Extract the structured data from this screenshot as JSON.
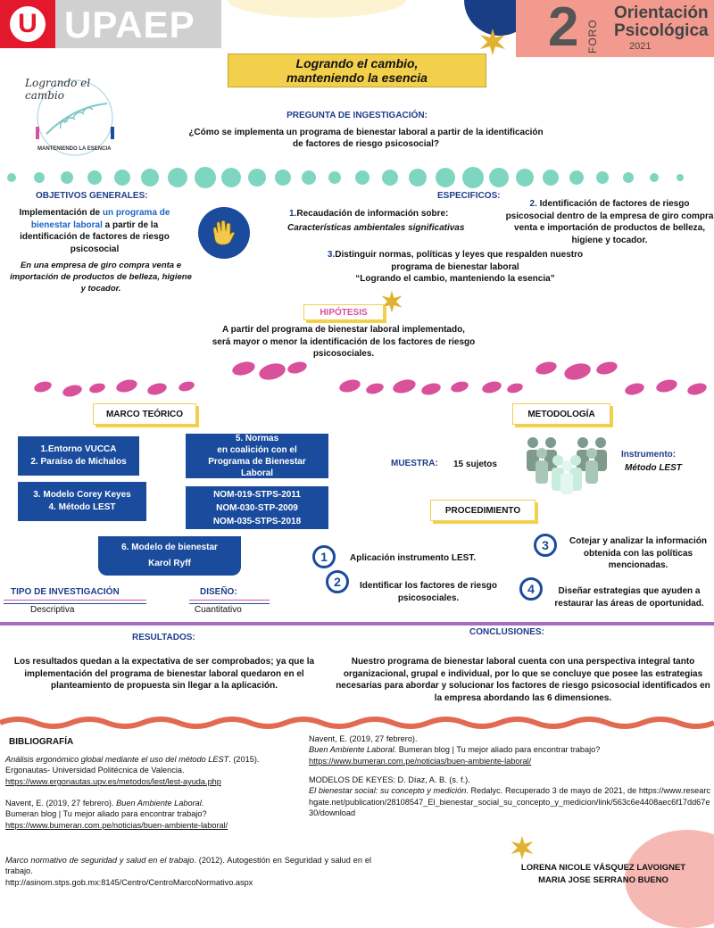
{
  "header": {
    "logo_mark": "U",
    "logo_text": "UPAEP",
    "foro_number": "2",
    "foro_vertical": "FORO",
    "foro_title_line1": "Orientación",
    "foro_title_line2": "Psicológica",
    "foro_year": "2021"
  },
  "title": {
    "line1": "Logrando el cambio,",
    "line2": "manteniendo la esencia"
  },
  "logo_badge": {
    "top_text": "Logrando el cambio",
    "bottom_text": "MANTENIENDO LA ESENCIA"
  },
  "pregunta": {
    "heading": "PREGUNTA DE INGESTIGACIÓN:",
    "line1": "¿Cómo se implementa un programa de bienestar laboral a partir de la identificación",
    "line2": "de factores de riesgo psicosocial?"
  },
  "objetivos": {
    "heading": "OBJETIVOS GENERALES:",
    "general_pre": "Implementación de ",
    "general_highlight": "un programa de bienestar laboral",
    "general_post": " a partir de la identificación de factores de riesgo psicosocial",
    "general_italic": "En una  empresa de giro compra venta e importación de productos de belleza, higiene y tocador.",
    "especificos_heading": "ESPECIFICOS:",
    "esp1_num": "1.",
    "esp1_text": "Recaudación de información sobre:",
    "esp1_italic": "Características ambientales significativas",
    "esp2_num": "2.",
    "esp2_text": " Identificación de factores de riesgo psicosocial dentro de la empresa de giro compra venta e importación de productos de belleza, higiene y tocador.",
    "esp3_num": "3.",
    "esp3_line1": "Distinguir normas, políticas y leyes que respalden nuestro",
    "esp3_line2": "programa de bienestar laboral",
    "esp3_line3": "“Logrando el cambio, manteniendo la esencia”"
  },
  "hipotesis": {
    "heading": "HIPÓTESIS",
    "line1": "A partir del programa de bienestar laboral implementado,",
    "line2": "será mayor o menor la identificación de los factores de riesgo",
    "line3": "psicosociales."
  },
  "marco": {
    "heading": "MARCO TEÓRICO",
    "box1_l1": "1.Entorno VUCCA",
    "box1_l2": "2. Paraíso de Michalos",
    "box2_l1": "3. Modelo Corey Keyes",
    "box2_l2": "4. Método LEST",
    "box3_l1": "5. Normas",
    "box3_l2": "en coalición con el",
    "box3_l3": "Programa de Bienestar",
    "box3_l4": "Laboral",
    "box4_l1": "NOM-019-STPS-2011",
    "box4_l2": "NOM-030-STP-2009",
    "box4_l3": "NOM-035-STPS-2018",
    "box5_l1": "6. Modelo de bienestar",
    "box5_l2": "Karol Ryff"
  },
  "tipo": {
    "heading": "TIPO DE INVESTIGACIÓN",
    "value": "Descriptiva",
    "diseno_heading": "DISEÑO:",
    "diseno_value": "Cuantitativo"
  },
  "metodologia": {
    "heading": "METODOLOGÍA",
    "muestra_label": "MUESTRA:",
    "muestra_value": "15 sujetos",
    "instrumento_label": "Instrumento:",
    "instrumento_value": "Método LEST"
  },
  "procedimiento": {
    "heading": "PROCEDIMIENTO",
    "step1_num": "1",
    "step1": "Aplicación instrumento LEST.",
    "step2_num": "2",
    "step2": "Identificar los factores de riesgo psicosociales.",
    "step3_num": "3",
    "step3": "Cotejar y analizar la información obtenida con las políticas mencionadas.",
    "step4_num": "4",
    "step4": "Diseñar estrategias que ayuden a restaurar las áreas de oportunidad."
  },
  "resultados": {
    "heading": "RESULTADOS:",
    "text": "Los resultados quedan a la expectativa de ser comprobados; ya que la implementación del programa de bienestar laboral quedaron en el planteamiento de propuesta sin llegar a la aplicación."
  },
  "conclusiones": {
    "heading": "CONCLUSIONES:",
    "text": "Nuestro programa de bienestar laboral  cuenta con una perspectiva integral tanto organizacional, grupal e individual, por lo que se concluye que posee las estrategias necesarias para abordar y solucionar los factores de riesgo psicosocial identificados en la empresa abordando las 6 dimensiones."
  },
  "bibliografia": {
    "heading": "BIBLIOGRAFÍA",
    "ref1_italic": "Análisis ergonómico global mediante el uso del método LEST",
    "ref1_rest": ". (2015).",
    "ref1_line2": "Ergonautas- Universidad Politécnica de Valencia.",
    "ref1_link": "https://www.ergonautas.upv.es/metodos/lest/lest-ayuda.php",
    "ref2_pre": "Navent, E. (2019, 27 febrero). ",
    "ref2_italic": "Buen Ambiente Laboral",
    "ref2_post": ".",
    "ref2_line2": "Bumeran blog | Tu mejor aliado para encontrar trabajo?",
    "ref2_link": "https://www.bumeran.com.pe/noticias/buen-ambiente-laboral/",
    "ref3_italic": "Marco normativo de seguridad y salud en el trabajo",
    "ref3_rest": ". (2012). Autogestión en Seguridad y salud en el trabajo.",
    "ref3_link": "http://asinom.stps.gob.mx:8145/Centro/CentroMarcoNormativo.aspx",
    "ref4_line1": "Navent, E. (2019, 27 febrero).",
    "ref4_italic": "Buen Ambiente Laboral",
    "ref4_rest": ". Bumeran blog | Tu mejor aliado para encontrar trabajo?",
    "ref4_link": "https://www.bumeran.com.pe/noticias/buen-ambiente-laboral/",
    "ref5_line1": "MODELOS DE KEYES: D. Díaz, A. B. (s. f.).",
    "ref5_italic": "El bienestar social: su concepto y medición",
    "ref5_rest": ". Redalyc. Recuperado 3 de mayo de 2021, de https://www.researchgate.net/publication/28108547_El_bienestar_social_su_concepto_y_medicion/link/563c6e4408aec6f17dd67e30/download"
  },
  "autores": {
    "line1": "LORENA NICOLE VÁSQUEZ  LAVOIGNET",
    "line2": "MARIA JOSE SERRANO BUENO"
  },
  "colors": {
    "navy": "#1a4b9c",
    "mint": "#7fd6c0",
    "pink": "#d9509b",
    "yellow": "#f2d04c",
    "salmon": "#f29a8e"
  },
  "icons": [
    "hand-wave-icon",
    "people-group-icon",
    "star-icon"
  ]
}
